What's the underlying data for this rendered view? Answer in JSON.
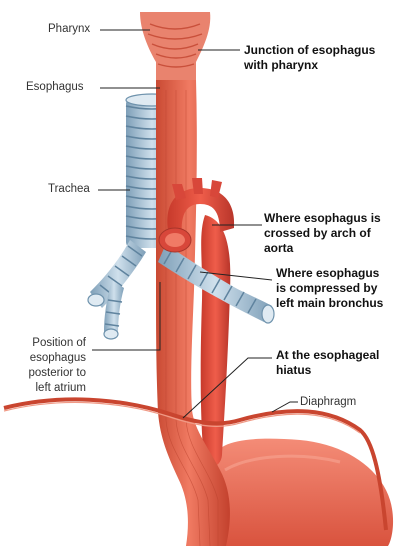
{
  "labels": {
    "pharynx": "Pharynx",
    "esophagus": "Esophagus",
    "trachea": "Trachea",
    "position": "Position of\nesophagus\nposterior to\nleft atrium",
    "junction": "Junction of esophagus\nwith pharynx",
    "aortic_arch": "Where esophagus is\ncrossed by arch of\naorta",
    "bronchus": "Where esophagus\nis compressed by\nleft main bronchus",
    "hiatus": "At the esophageal\nhiatus",
    "diaphragm": "Diaphragm"
  },
  "colors": {
    "esophagus": "#e8604a",
    "esophagus_dark": "#c9452f",
    "aorta": "#e24a3a",
    "trachea": "#a8c4d8",
    "trachea_dark": "#6f93ad",
    "diaphragm": "#d9553f",
    "stomach": "#ec6a55",
    "leader": "#222222"
  }
}
